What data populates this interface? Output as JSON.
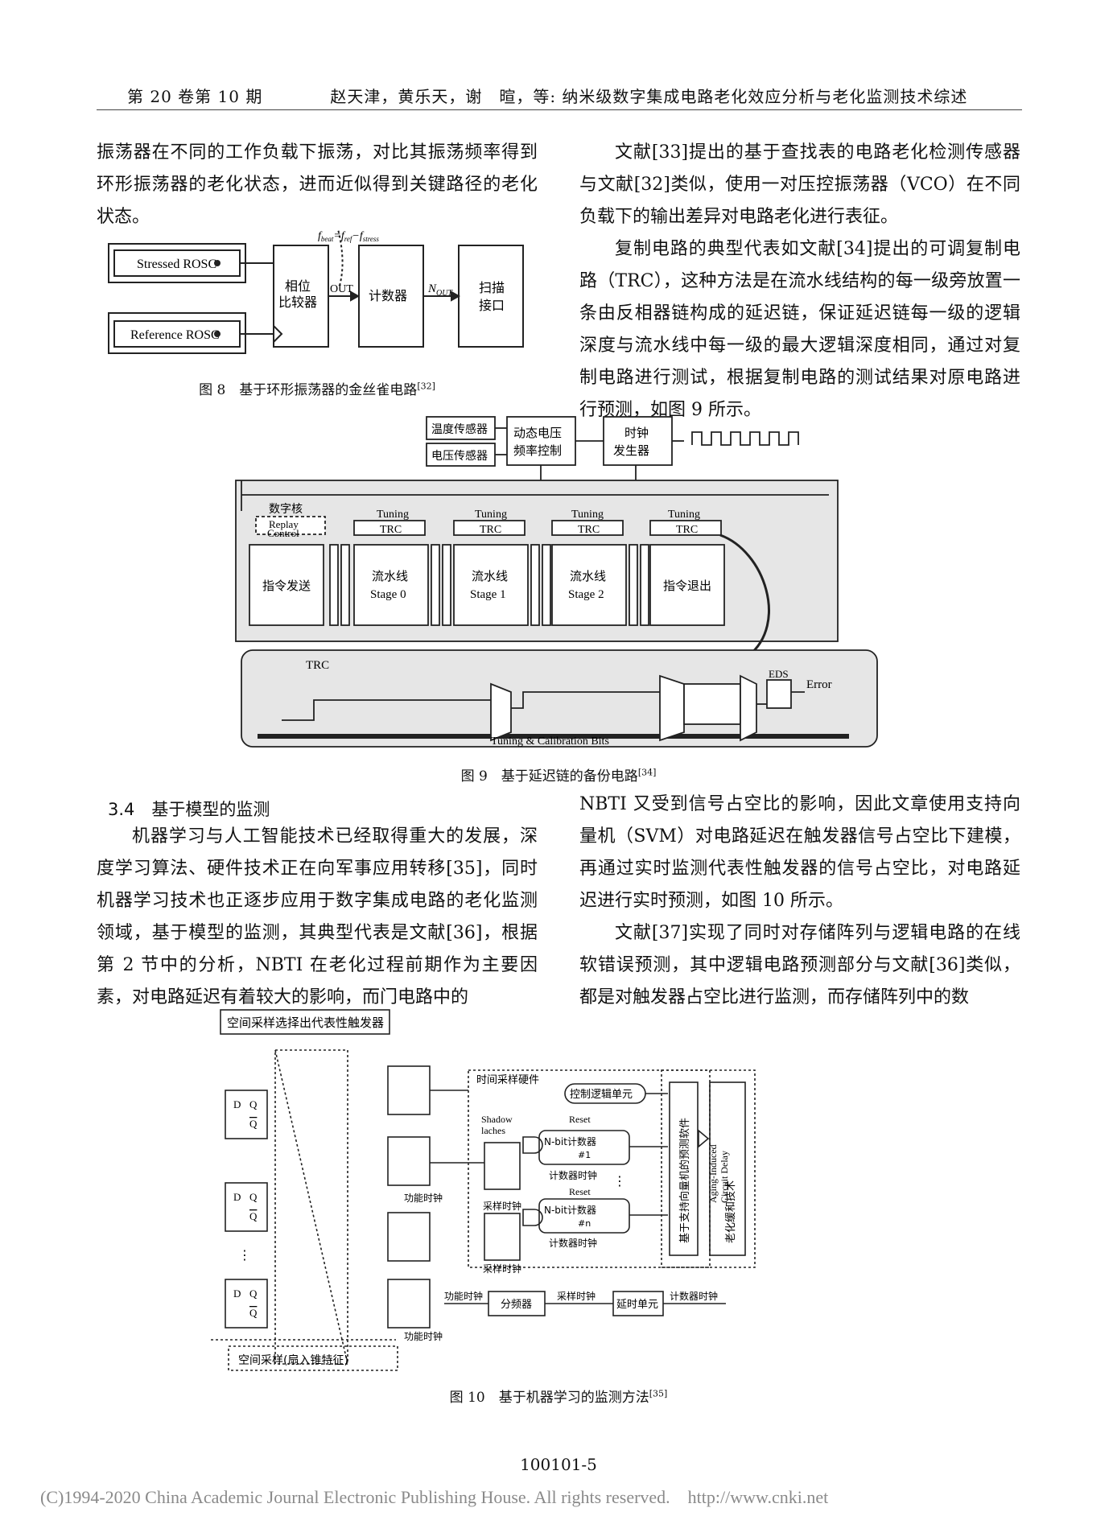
{
  "header": {
    "issue": "第 20 卷第 10 期",
    "authors_title": "赵天津，黄乐天，谢　暄，等: 纳米级数字集成电路老化效应分析与老化监测技术综述"
  },
  "left_top_para": "振荡器在不同的工作负载下振荡，对比其振荡频率得到环形振荡器的老化状态，进而近似得到关键路径的老化状态。",
  "fig8": {
    "caption": "图 8　基于环形振荡器的金丝雀电路",
    "ref": "[32]",
    "stressed": "Stressed ROSC",
    "reference": "Reference ROSC",
    "comparator": [
      "相位",
      "比较器"
    ],
    "out": "OUT",
    "counter": "计数器",
    "nout": "N",
    "nout_sub": "OUT",
    "scan": [
      "扫描",
      "接口"
    ],
    "fbeat": "f",
    "fbeat_eq": "=f",
    "fref": "ref",
    "fstress": "−f",
    "beat": "beat",
    "stress": "stress"
  },
  "right_top_paras": [
    "文献[33]提出的基于查找表的电路老化检测传感器与文献[32]类似，使用一对压控振荡器（VCO）在不同负载下的输出差异对电路老化进行表征。",
    "复制电路的典型代表如文献[34]提出的可调复制电路（TRC），这种方法是在流水线结构的每一级旁放置一条由反相器链构成的延迟链，保证延迟链每一级的逻辑深度与流水线中每一级的最大逻辑深度相同，通过对复制电路进行测试，根据复制电路的测试结果对原电路进行预测，如图 9 所示。"
  ],
  "fig9": {
    "caption": "图 9　基于延迟链的备份电路",
    "ref": "[34]",
    "temp_sensor": "温度传感器",
    "volt_sensor": "电压传感器",
    "dvfs": [
      "动态电压",
      "频率控制"
    ],
    "clock": [
      "时钟",
      "发生器"
    ],
    "digital_core": "数字核",
    "replay": [
      "Replay",
      "Control"
    ],
    "tuning": "Tuning",
    "trc": "TRC",
    "issue": "指令发送",
    "stage0": [
      "流水线",
      "Stage 0"
    ],
    "stage1": [
      "流水线",
      "Stage 1"
    ],
    "stage2": [
      "流水线",
      "Stage 2"
    ],
    "retire": "指令退出",
    "eds": "EDS",
    "error": "Error",
    "bits": "Tuning & Calibration Bits"
  },
  "section_title": "3.4　基于模型的监测",
  "left_bottom_para": "机器学习与人工智能技术已经取得重大的发展，深度学习算法、硬件技术正在向军事应用转移[35]，同时机器学习技术也正逐步应用于数字集成电路的老化监测领域，基于模型的监测，其典型代表是文献[36]，根据第 2 节中的分析，NBTI 在老化过程前期作为主要因素，对电路延迟有着较大的影响，而门电路中的",
  "right_bottom_paras": [
    "NBTI 又受到信号占空比的影响，因此文章使用支持向量机（SVM）对电路延迟在触发器信号占空比下建模，再通过实时监测代表性触发器的信号占空比，对电路延迟进行实时预测，如图 10 所示。",
    "文献[37]实现了同时对存储阵列与逻辑电路的在线软错误预测，其中逻辑电路预测部分与文献[36]类似，都是对触发器占空比进行监测，而存储阵列中的数"
  ],
  "fig10": {
    "caption": "图 10　基于机器学习的监测方法",
    "ref": "[35]",
    "spatial_select": "空间采样选择出代表性触发器",
    "time_hw": "时间采样硬件",
    "control_unit": "控制逻辑单元",
    "reset": "Reset",
    "shadow": [
      "Shadow",
      "laches"
    ],
    "counter1": [
      "N-bit计数器",
      "#1"
    ],
    "countern": [
      "N-bit计数器",
      "#n"
    ],
    "counter_clk": "计数器时钟",
    "sample_clk": "采样时钟",
    "func_clk": "功能时钟",
    "svm_software": "基于支持向量机的预测软件",
    "aging_delay": [
      "Aging-Induced",
      "Circuit Delay"
    ],
    "mitigation": "老化缓和技术",
    "divider": "分频器",
    "delay_unit": "延时单元",
    "spatial_fanin": "空间采样(扇入锥特征)",
    "d": "D",
    "q": "Q",
    "qbar": "Q",
    "dots": "⋮"
  },
  "page_number": "100101-5",
  "copyright": "(C)1994-2020 China Academic Journal Electronic Publishing House. All rights reserved.    http://www.cnki.net"
}
